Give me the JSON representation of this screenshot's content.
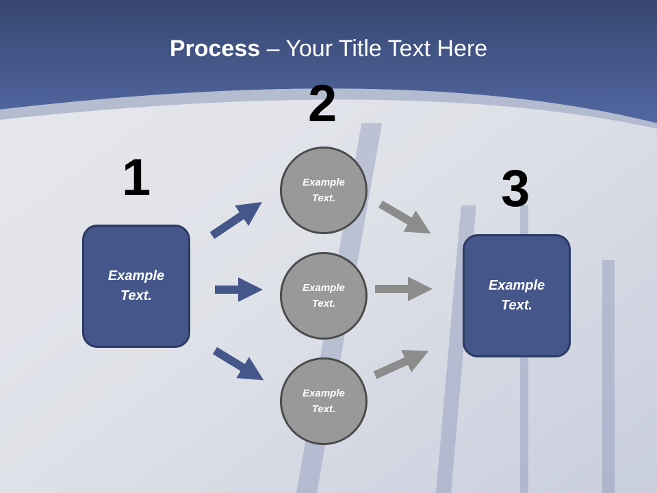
{
  "title": {
    "bold": "Process",
    "rest": " – Your Title Text Here"
  },
  "steps": [
    {
      "number": "1",
      "label_line1": "Example",
      "label_line2": "Text."
    },
    {
      "number": "2"
    },
    {
      "number": "3",
      "label_line1": "Example",
      "label_line2": "Text."
    }
  ],
  "circles": [
    {
      "line1": "Example",
      "line2": "Text."
    },
    {
      "line1": "Example",
      "line2": "Text."
    },
    {
      "line1": "Example",
      "line2": "Text."
    }
  ],
  "colors": {
    "box": "#44568a",
    "circle": "#999999",
    "blue_arrow": "#44568a",
    "gray_arrow": "#8c8c8c",
    "header": "#4a5d94"
  }
}
